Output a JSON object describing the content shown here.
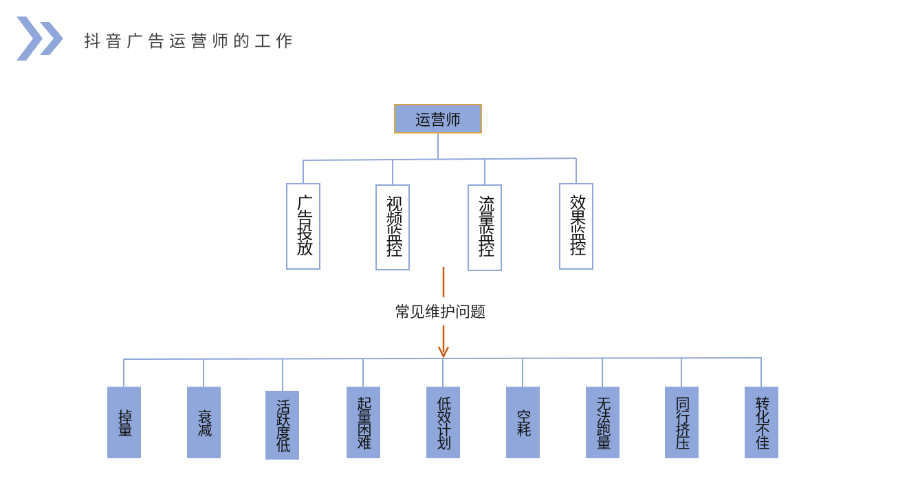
{
  "header": {
    "title": "抖音广告运营师的工作",
    "icon": "double-chevron-right-icon",
    "accent_color": "#8fa7da"
  },
  "diagram": {
    "root": "运营师",
    "duties": [
      "广告投放",
      "视频监控",
      "流量监控",
      "效果监控"
    ],
    "middle_label": "常见维护问题",
    "problems": [
      "掉量",
      "衰减",
      "活跃度低",
      "起量困难",
      "低效计划",
      "空耗",
      "无法跑量",
      "同行挤压",
      "转化不佳"
    ],
    "colors": {
      "box_fill": "#8fa7da",
      "root_border": "#d9a441",
      "connector": "#8fa7da",
      "arrow": "#c55a11"
    }
  }
}
